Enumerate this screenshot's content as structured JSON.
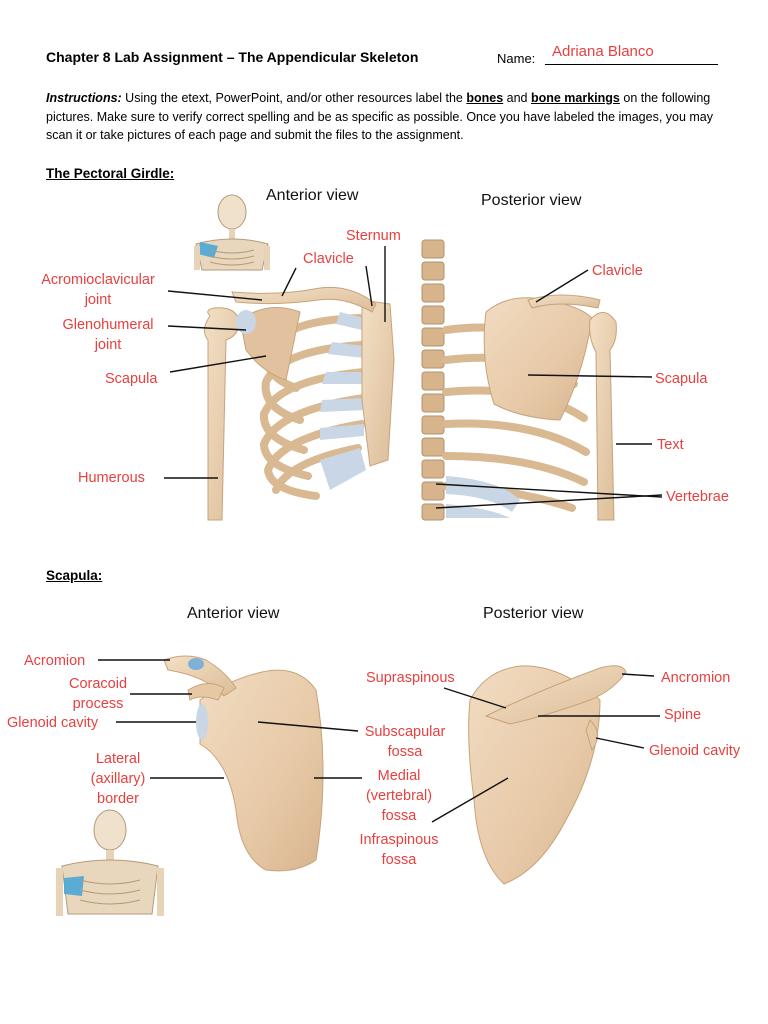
{
  "header": {
    "title": "Chapter 8 Lab Assignment – The Appendicular Skeleton",
    "name_label": "Name:",
    "name_value": "Adriana Blanco"
  },
  "instructions": {
    "lead": "Instructions:",
    "part1": "  Using the etext, PowerPoint, and/or other resources label the ",
    "bones": "bones",
    "and": " and ",
    "bone_markings": "bone markings",
    "part2": " on the following pictures.  Make sure to verify correct spelling and be as specific as possible.  Once you have labeled the images, you may scan it or take pictures of each page and submit the files to the assignment."
  },
  "pectoral": {
    "heading": "The Pectoral Girdle",
    "colon": ":",
    "anterior_title": "Anterior view",
    "posterior_title": "Posterior view",
    "labels": {
      "sternum": "Sternum",
      "clavicle_anterior": "Clavicle",
      "acromioclavicular": "Acromioclavicular",
      "acromioclavicular_2": "joint",
      "glenohumeral": "Glenohumeral",
      "glenohumeral_2": "joint",
      "scapula_anterior": "Scapula",
      "humerous": "Humerous",
      "clavicle_posterior": "Clavicle",
      "scapula_posterior": "Scapula",
      "text": "Text",
      "vertebrae": "Vertebrae"
    }
  },
  "scapula": {
    "heading": "Scapula:",
    "anterior_title": "Anterior view",
    "posterior_title": "Posterior view",
    "labels": {
      "acromion": "Acromion",
      "coracoid_1": "Coracoid",
      "coracoid_2": "process",
      "glenoid_anterior": "Glenoid cavity",
      "lateral_1": "Lateral",
      "lateral_2": "(axillary)",
      "lateral_3": "border",
      "subscapular_1": "Subscapular",
      "subscapular_2": "fossa",
      "medial_1": "Medial",
      "medial_2": "(vertebral)",
      "medial_3": "fossa",
      "infraspinous_1": "Infraspinous",
      "infraspinous_2": "fossa",
      "supraspinous": "Supraspinous",
      "ancromion": "Ancromion",
      "spine": "Spine",
      "glenoid_posterior": "Glenoid cavity"
    }
  },
  "colors": {
    "label_red": "#e8403f",
    "bone": "#ecd3b4",
    "bone_shadow": "#caa882",
    "cartilage": "#c9d6e6",
    "highlight_blue": "#4aa7d6"
  }
}
